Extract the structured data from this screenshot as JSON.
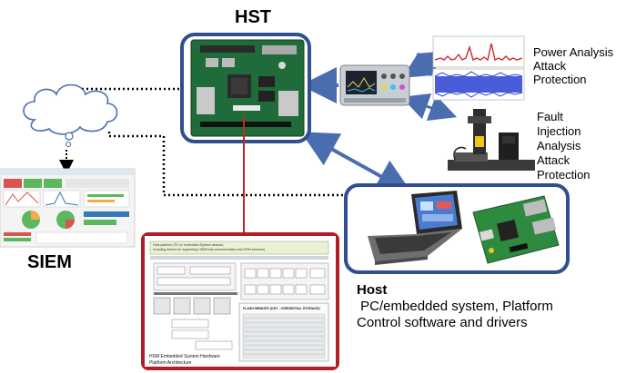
{
  "labels": {
    "hst": "HST",
    "siem": "SIEM",
    "power_analysis": [
      "Power Analysis",
      "Attack",
      "Protection"
    ],
    "fault_injection": [
      "Fault",
      "Injection",
      "Analysis",
      "Attack",
      "Protection"
    ],
    "host_title": "Host",
    "host_desc": [
      " PC/embedded system, Platform",
      "Control software and drivers"
    ]
  },
  "hsm_diagram": {
    "top_note": "Host platform (PC or embedded System devices, Including drivers for supporting HSM/Host communication and HSM services)",
    "flash_title": "FLASH MEMORY (KEY - CREDENTIAL STORAGE)",
    "bottom_caption": [
      "HSM Embedded System Hardware",
      "Platform Architecture"
    ]
  },
  "colors": {
    "box_blue": "#2f4f8f",
    "arrow_blue": "#4a6db0",
    "hsm_red": "#b01f24",
    "red_line": "#cc2222",
    "board_green": "#1f6b3a",
    "trace_red": "#d12b2b",
    "trace_blue": "#2a3fd1"
  },
  "icons": [
    "cloud-icon",
    "oscilloscope-icon",
    "fpga-board-icon",
    "laptop-icon",
    "raspberry-pi-icon",
    "fault-injection-station-icon",
    "dashboard-icon"
  ]
}
